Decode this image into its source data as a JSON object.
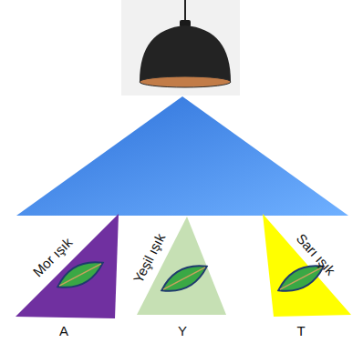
{
  "diagram": {
    "nodes": [
      {
        "text": [
          "Mor ışık",
          "A"
        ]
      },
      {
        "text": [
          "Yeşil ışık",
          "Y"
        ]
      },
      {
        "text": [
          "Sarı ışık",
          "T"
        ]
      }
    ]
  }
}
